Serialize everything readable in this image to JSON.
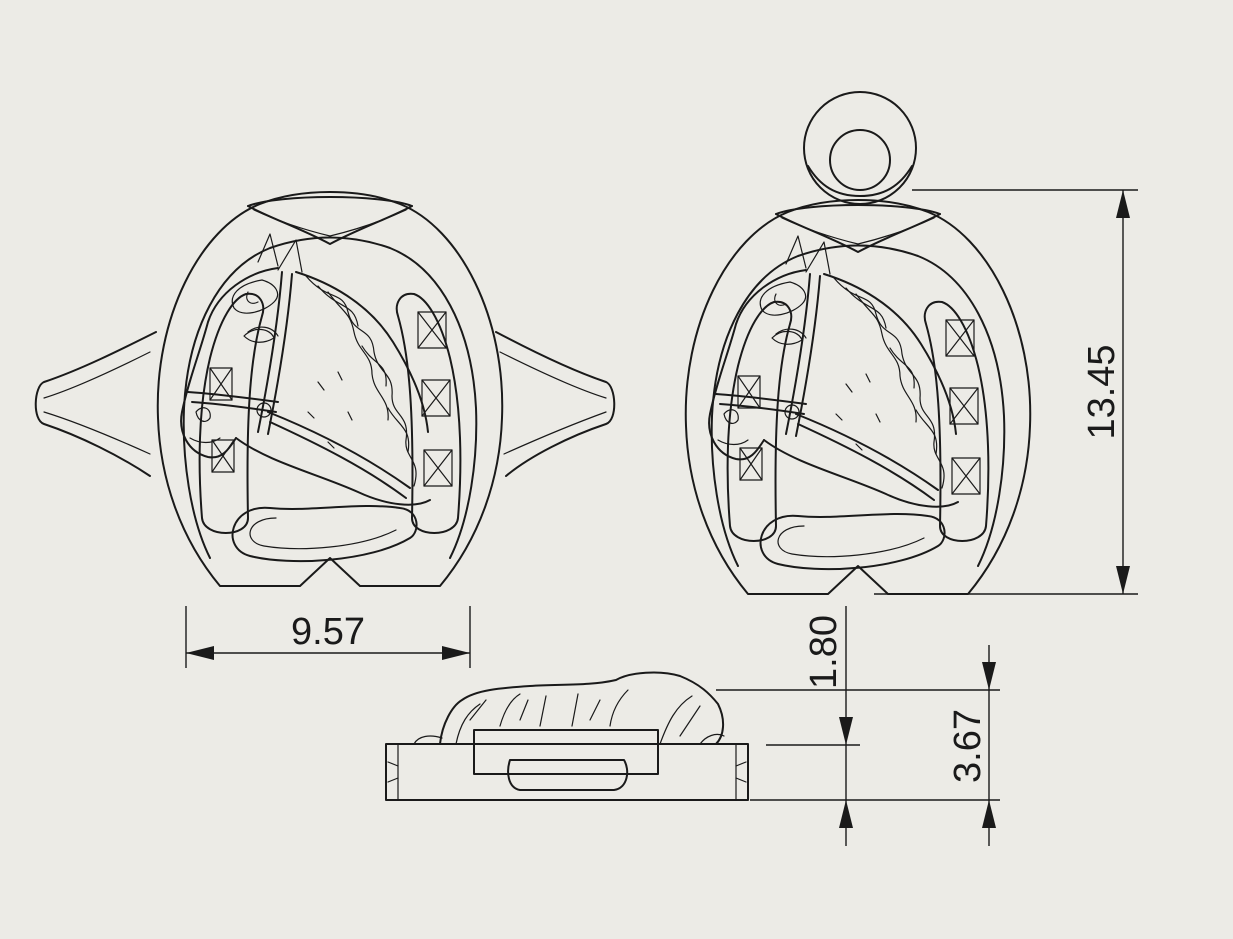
{
  "dimensions": {
    "width": "9.57",
    "height": "13.45",
    "base_height": "3.67",
    "relief_height": "1.80"
  }
}
